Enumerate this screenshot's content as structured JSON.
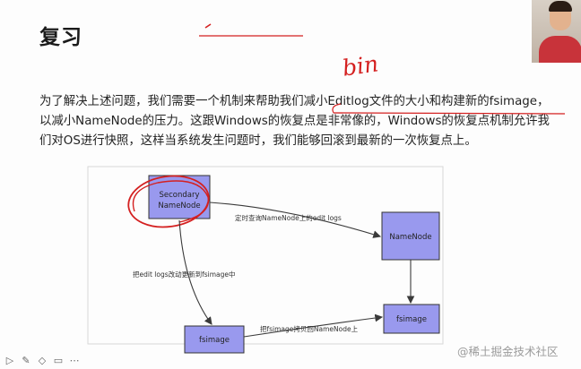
{
  "slide": {
    "title": "复习",
    "paragraph": [
      "为了解决上述问题，我们需要一个机制来帮助我们减小Editlog文件的大小和构建新的fsimage，",
      "以减小NameNode的压力。这跟Windows的恢复点是非常像的，Windows的恢复点机制允许我",
      "们对OS进行快照，这样当系统发生问题时，我们能够回滚到最新的一次恢复点上。"
    ],
    "handwriting": "bin"
  },
  "diagram": {
    "nodes": {
      "secondary_line1": "Secondary",
      "secondary_line2": "NameNode",
      "namenode": "NameNode",
      "fsimage_left": "fsimage",
      "fsimage_right": "fsimage"
    },
    "edges": {
      "periodic_query": "定时查询NameNode上的edit logs",
      "apply_edits": "把edit logs改动更新到fsimage中",
      "copy_back": "把fsimage拷贝回NameNode上"
    },
    "colors": {
      "node_fill": "#9999ee",
      "annotation_red": "#d42020"
    }
  },
  "toolbar": {
    "icons": [
      "play-icon",
      "pen-icon",
      "eraser-icon",
      "comment-icon",
      "more-icon"
    ]
  },
  "watermark": "@稀土掘金技术社区"
}
